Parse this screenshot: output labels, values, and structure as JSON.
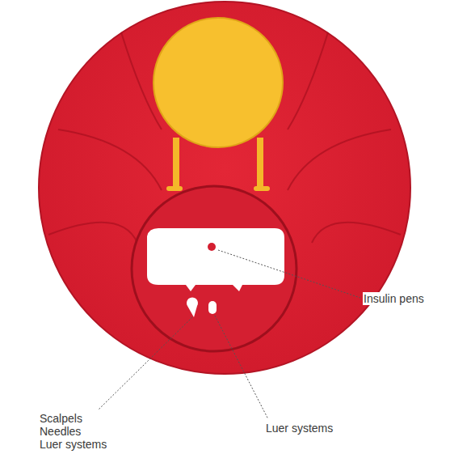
{
  "diagram": {
    "labels": [
      "Insulin pens",
      "Scalpels",
      "Needles",
      "Luer systems",
      "Luer systems"
    ]
  }
}
